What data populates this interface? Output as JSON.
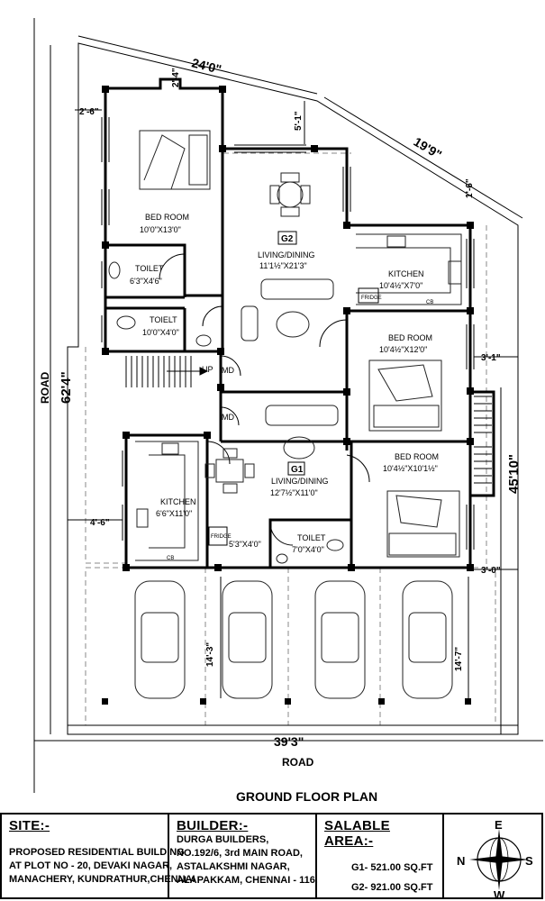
{
  "plan_title": "GROUND FLOOR PLAN",
  "road_bottom": "ROAD",
  "road_left": "ROAD",
  "dims": {
    "top_width": "24'0\"",
    "diag_width": "19'9\"",
    "left_depth": "62'4\"",
    "right_depth": "45'10\"",
    "bottom_width": "39'3\"",
    "setback_top_left": "2'-4\"",
    "setback_left_top": "2'-6\"",
    "setback_center_top": "5'-1\"",
    "setback_diag": "1'-6\"",
    "setback_right_mid": "3'-1\"",
    "setback_left_mid": "4'-6\"",
    "setback_right_low": "3'-0\"",
    "parking_left": "14'-3\"",
    "parking_right": "14'-7\""
  },
  "rooms": {
    "bed1_name": "BED ROOM",
    "bed1_size": "10'0\"X13'0\"",
    "toilet1_name": "TOILET",
    "toilet1_size": "6'3\"X4'6\"",
    "toilet2_name": "TOIELT",
    "toilet2_size": "10'0\"X4'0\"",
    "g2_badge": "G2",
    "living2_name": "LIVING/DINING",
    "living2_size": "11'1½\"X21'3\"",
    "kitchen2_name": "KITCHEN",
    "kitchen2_size": "10'4½\"X7'0\"",
    "fridge": "FRIDGE",
    "cb": "CB",
    "bed2_name": "BED ROOM",
    "bed2_size": "10'4½\"X12'0\"",
    "bed3_name": "BED ROOM",
    "bed3_size": "10'4½\"X10'1½\"",
    "g1_badge": "G1",
    "living1_name": "LIVING/DINING",
    "living1_size": "12'7½\"X11'0\"",
    "kitchen1_name": "KITCHEN",
    "kitchen1_size": "6'6\"X11'0\"",
    "passage_size": "5'3\"X4'0\"",
    "toilet3_name": "TOILET",
    "toilet3_size": "7'0\"X4'0\"",
    "up": "UP",
    "md": "MD"
  },
  "titleblock": {
    "site_head": "SITE:-",
    "site_lines": [
      "PROPOSED RESIDENTIAL BUILDING",
      "AT PLOT NO - 20, DEVAKI NAGAR,",
      "MANACHERY, KUNDRATHUR,CHENNAI"
    ],
    "builder_head": "BUILDER:-",
    "builder_lines": [
      "DURGA BUILDERS,",
      "NO.192/6, 3rd MAIN ROAD,",
      "ASTALAKSHMI NAGAR,",
      "ALAPAKKAM, CHENNAI  - 116."
    ],
    "area_head": "SALABLE AREA:-",
    "area_lines": [
      "G1- 521.00 SQ.FT",
      "G2- 921.00 SQ.FT"
    ],
    "compass": {
      "n": "N",
      "e": "E",
      "s": "S",
      "w": "W"
    }
  }
}
